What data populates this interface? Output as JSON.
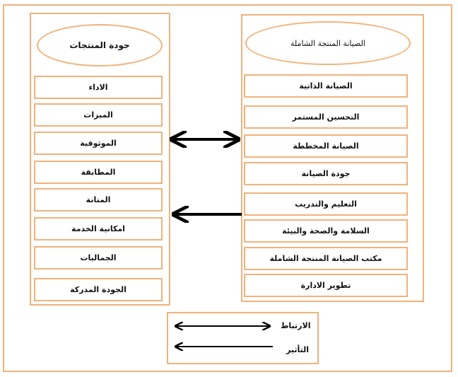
{
  "left_column": {
    "title": "جودة المنتجات",
    "items": [
      "الاداء",
      "الميزات",
      "الموثوقية",
      "المطابقة",
      "المتانة",
      "امكانية الخدمة",
      "الجماليات",
      "الجودة المدركة"
    ]
  },
  "right_column": {
    "title": "الصيانة المنتجة الشاملة",
    "items": [
      "الصيانة الذاتية",
      "التحسين المستمر",
      "الصيانة المخططة",
      "جودة الصيانة",
      "التعليم والتدريب",
      "السلامة والصحة والبيئة",
      "مكتب الصيانة المنتجة الشاملة",
      "تطوير الادارة"
    ]
  },
  "legend": {
    "correlation_label": "الارتباط",
    "influence_label": "التأثير"
  },
  "colors": {
    "border": "#f2b27a",
    "arrow": "#000000"
  }
}
